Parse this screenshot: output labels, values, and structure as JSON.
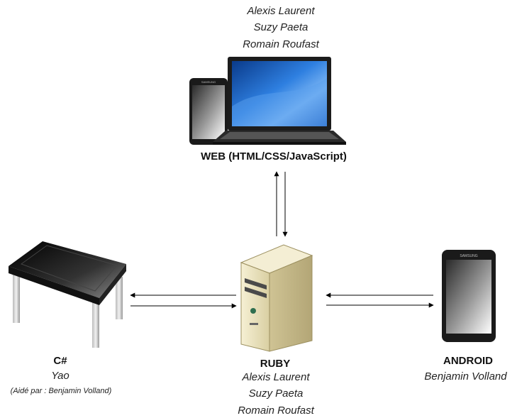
{
  "nodes": {
    "web": {
      "title": "WEB (HTML/CSS/JavaScript)",
      "people": [
        "Alexis Laurent",
        "Suzy Paeta",
        "Romain Roufast"
      ]
    },
    "ruby": {
      "title": "RUBY",
      "people": [
        "Alexis Laurent",
        "Suzy Paeta",
        "Romain Roufast"
      ]
    },
    "csharp": {
      "title": "C#",
      "person": "Yao",
      "note": "(Aidé par : Benjamin Volland)"
    },
    "android": {
      "title": "ANDROID",
      "person": "Benjamin Volland"
    }
  },
  "device_brand": "SAMSUNG",
  "colors": {
    "screen_blue": "#1e64c8",
    "server_beige": "#ece3bf",
    "table_black": "#111111",
    "phone_black": "#1a1a1a"
  },
  "icons": [
    "laptop-icon",
    "smartphone-icon",
    "server-tower-icon",
    "surface-table-icon"
  ]
}
